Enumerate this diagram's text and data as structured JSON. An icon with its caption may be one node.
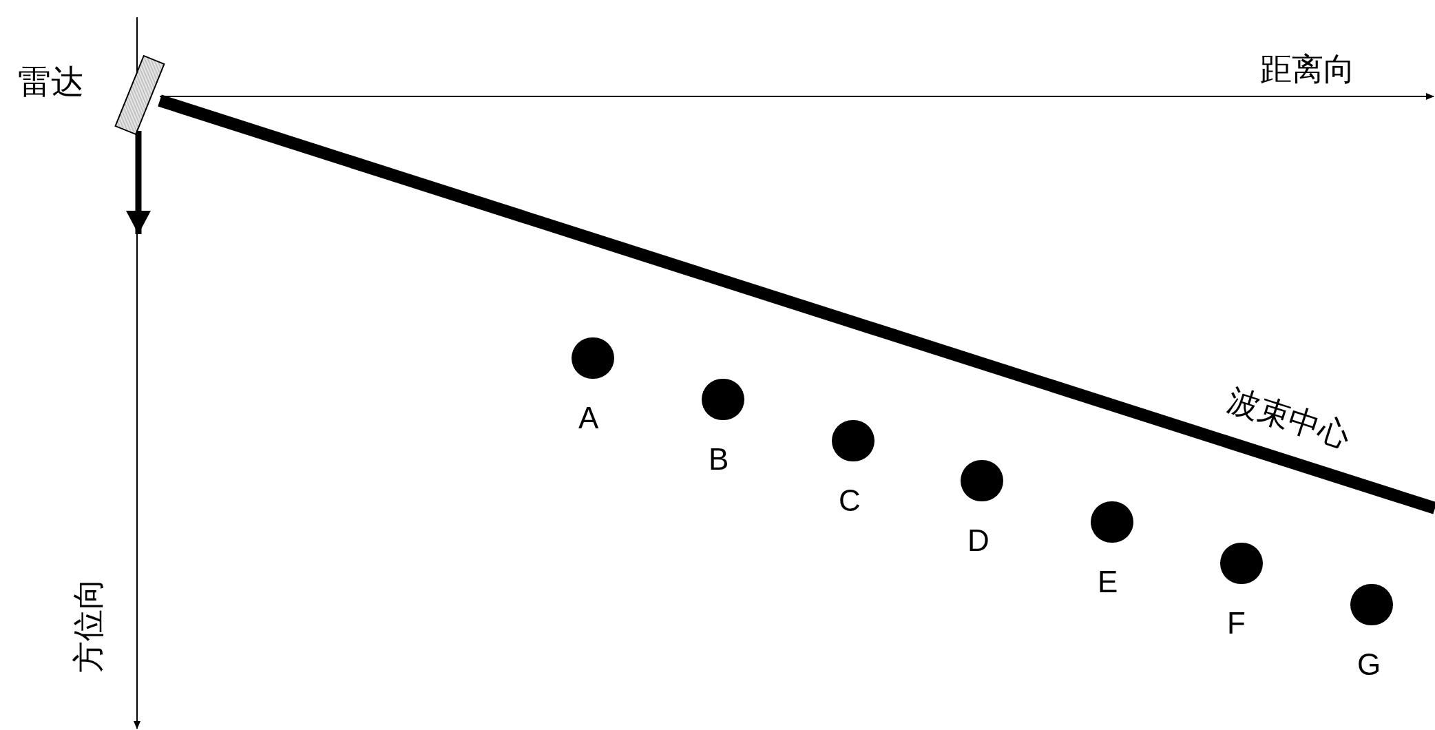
{
  "diagram": {
    "nodes": [
      {
        "text": [
          "雷达"
        ]
      },
      {
        "text": [],
        "shape": "circle",
        "beside": [
          "A"
        ]
      },
      {
        "text": [],
        "shape": "circle",
        "beside": [
          "B"
        ]
      },
      {
        "text": [],
        "shape": "circle",
        "beside": [
          "C"
        ]
      },
      {
        "text": [],
        "shape": "circle",
        "beside": [
          "D"
        ]
      },
      {
        "text": [],
        "shape": "circle",
        "beside": [
          "E"
        ]
      },
      {
        "text": [],
        "shape": "circle",
        "beside": [
          "F"
        ]
      },
      {
        "text": [],
        "shape": "circle",
        "beside": [
          "G"
        ]
      }
    ],
    "labels": [
      "距离向",
      "波束中心",
      "方位向"
    ]
  }
}
